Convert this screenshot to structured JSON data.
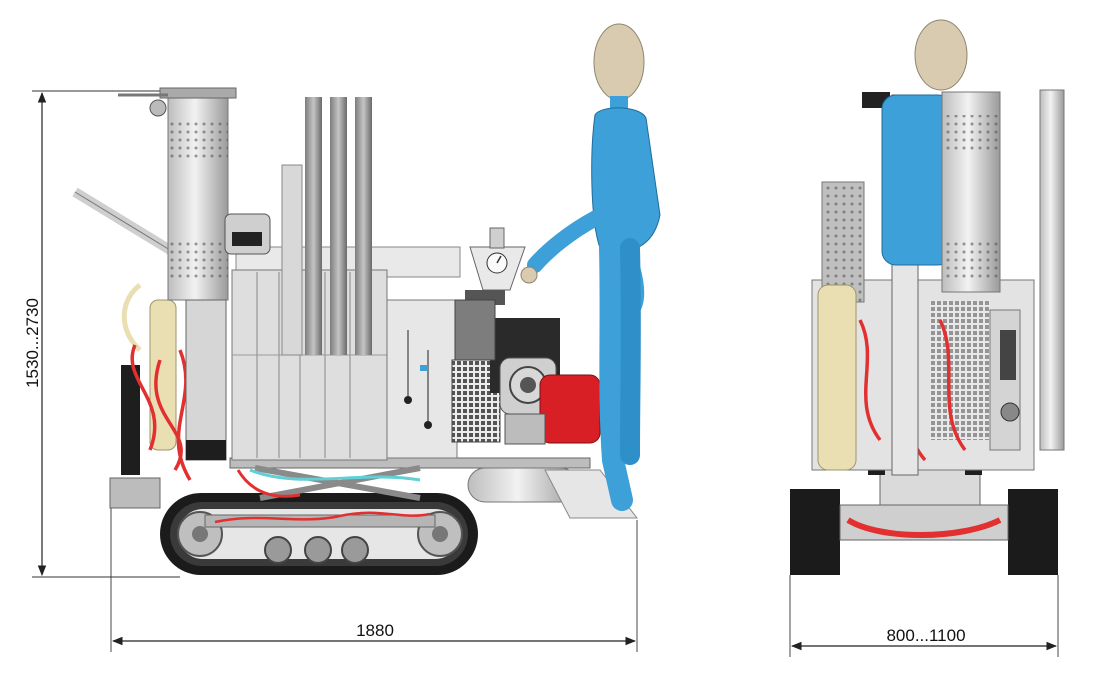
{
  "dimensions": {
    "height": "1530...2730",
    "side_length": "1880",
    "front_width": "800...1100"
  },
  "colors": {
    "mannequin_body": "#3ea0d8",
    "mannequin_head": "#d8cbb0",
    "metal_light": "#dcdcdc",
    "metal_mid": "#a9a9a9",
    "metal_dark": "#6e6e6e",
    "track_black": "#1b1b1b",
    "engine_red": "#d81f26",
    "hose_red": "#e23030",
    "hose_cyan": "#60cfd6",
    "filter_yellow": "#e9dfb3"
  }
}
